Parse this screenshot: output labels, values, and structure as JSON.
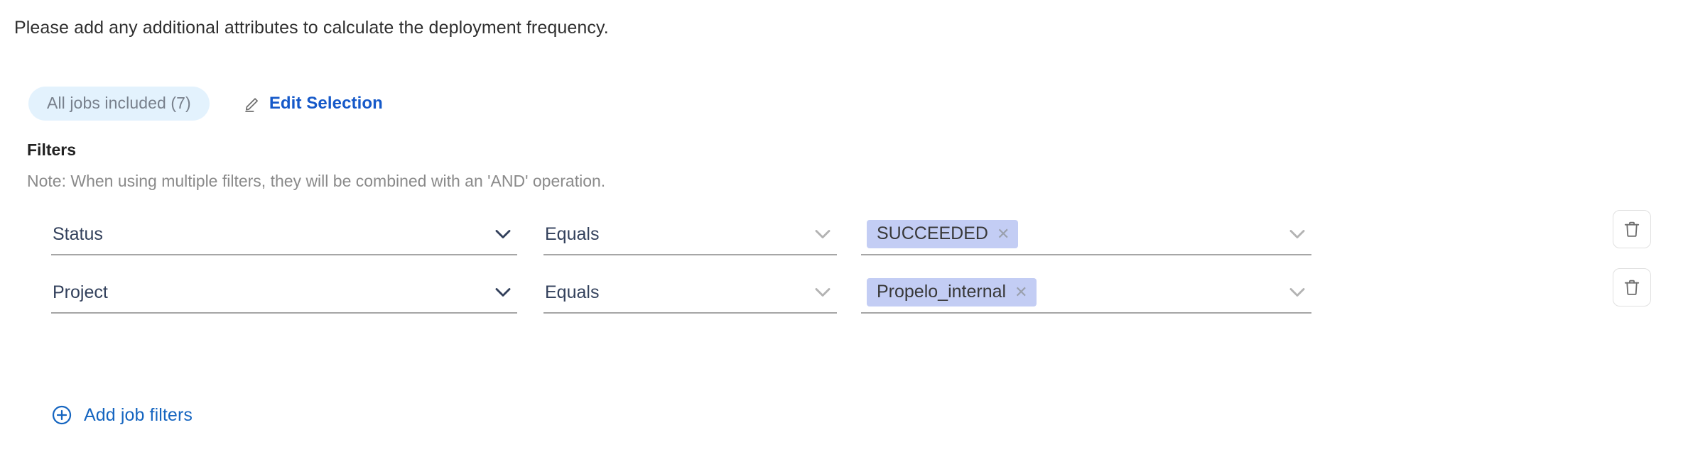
{
  "intro": {
    "text": "Please add any additional attributes to calculate the deployment frequency."
  },
  "selection": {
    "chip_label": "All jobs included (7)",
    "edit_label": "Edit Selection",
    "edit_icon": "pencil-icon",
    "chip_bg": "#e3f2fd",
    "chip_text_color": "#78808c",
    "link_color": "#1559c9"
  },
  "filters": {
    "title": "Filters",
    "note": "Note: When using multiple filters, they will be combined with an 'AND' operation.",
    "rows": [
      {
        "attribute": "Status",
        "operator": "Equals",
        "values": [
          {
            "label": "SUCCEEDED",
            "remove_icon": "close-icon"
          }
        ],
        "attribute_chevron": "chevron-down-icon",
        "operator_chevron": "chevron-down-icon",
        "value_chevron": "chevron-down-icon",
        "delete_icon": "trash-icon"
      },
      {
        "attribute": "Project",
        "operator": "Equals",
        "values": [
          {
            "label": "Propelo_internal",
            "remove_icon": "close-icon"
          }
        ],
        "attribute_chevron": "chevron-down-icon",
        "operator_chevron": "chevron-down-icon",
        "value_chevron": "chevron-down-icon",
        "delete_icon": "trash-icon"
      }
    ],
    "tag_bg": "#c3cdf4",
    "tag_text_color": "#383838"
  },
  "add_filters": {
    "label": "Add job filters",
    "icon": "plus-circle-icon",
    "color": "#1565c0"
  }
}
